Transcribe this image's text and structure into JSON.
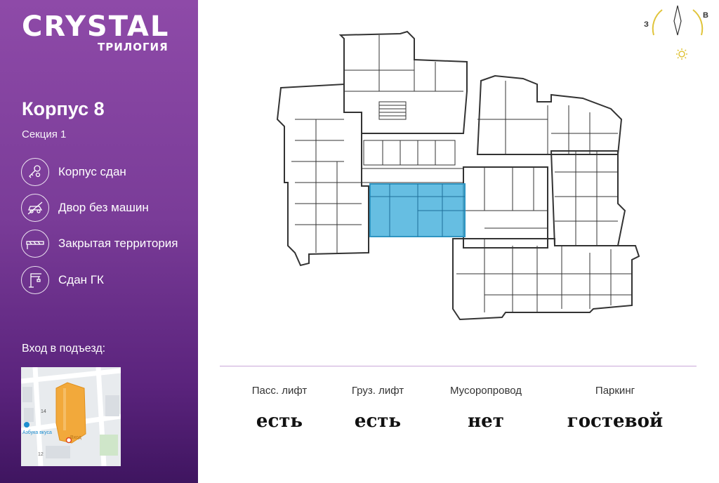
{
  "brand": {
    "name": "CRYSTAL",
    "subtitle": "ТРИЛОГИЯ"
  },
  "building": {
    "title": "Корпус 8",
    "section": "Секция 1"
  },
  "features": [
    {
      "icon": "keys-icon",
      "label": "Корпус сдан"
    },
    {
      "icon": "no-car-icon",
      "label": "Двор без машин"
    },
    {
      "icon": "barrier-icon",
      "label": "Закрытая территория"
    },
    {
      "icon": "crane-icon",
      "label": "Сдан ГК"
    }
  ],
  "entrance": {
    "label": "Вход в подъезд:",
    "map_labels": {
      "building_number": "14",
      "shop": "Азбука вкуса",
      "entrance_text": "Вход",
      "street_number": "12"
    }
  },
  "compass": {
    "west": "З",
    "east": "В"
  },
  "colors": {
    "accent": "#7a3c98",
    "highlight": "#4bb3dd",
    "map_building": "#f2a93b"
  },
  "amenities": [
    {
      "label": "Пасс. лифт",
      "value": "есть"
    },
    {
      "label": "Груз. лифт",
      "value": "есть"
    },
    {
      "label": "Мусоропровод",
      "value": "нет"
    },
    {
      "label": "Паркинг",
      "value": "гостевой"
    }
  ]
}
